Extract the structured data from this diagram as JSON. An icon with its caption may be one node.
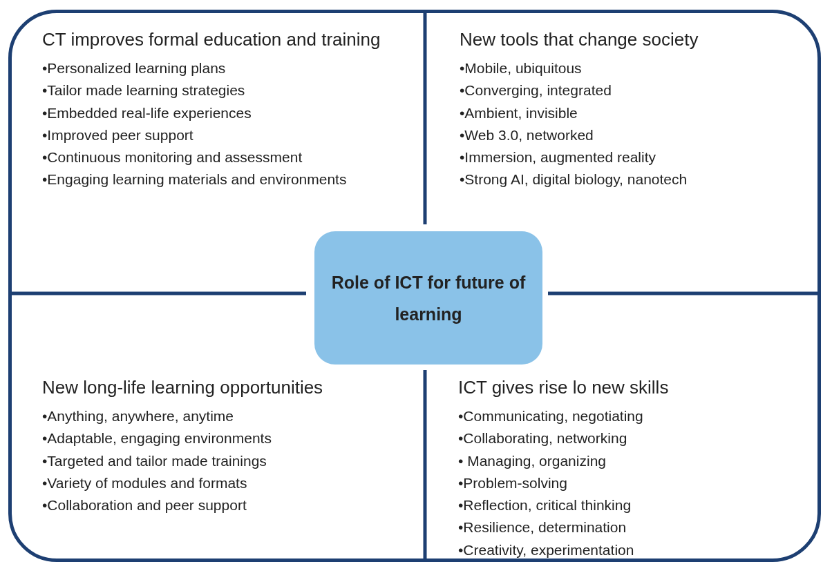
{
  "diagram": {
    "nodes": [
      {
        "text": [],
        "shape": "box"
      },
      {
        "text": [
          "CT improves formal education and training",
          "•Personalized learning plans",
          "•Tailor made learning strategies",
          "•Embedded real-life experiences",
          "•Improved peer support",
          "•Continuous monitoring and assessment",
          "•Engaging learning materials and environments"
        ],
        "in": 0
      },
      {
        "text": [
          "New tools that change society",
          "•Mobile, ubiquitous",
          "•Converging, integrated",
          "•Ambient, invisible",
          "•Web 3.0, networked",
          "•Immersion, augmented reality",
          "•Strong AI, digital biology, nanotech"
        ],
        "in": 0
      },
      {
        "text": [
          "Role of ICT for future of learning"
        ],
        "in": 0
      },
      {
        "text": [
          "New long-life learning opportunities",
          "•Anything, anywhere, anytime",
          "•Adaptable, engaging environments",
          "•Targeted and tailor made trainings",
          "•Variety of modules and formats",
          "•Collaboration and peer support"
        ],
        "in": 0
      },
      {
        "text": [
          "ICT gives rise lo new skills",
          "•Communicating, negotiating",
          "•Collaborating, networking",
          "• Managing, organizing",
          "•Problem-solving",
          "•Reflection, critical thinking",
          "•Resilience, determination",
          "•Creativity, experimentation"
        ],
        "in": 0
      }
    ]
  }
}
